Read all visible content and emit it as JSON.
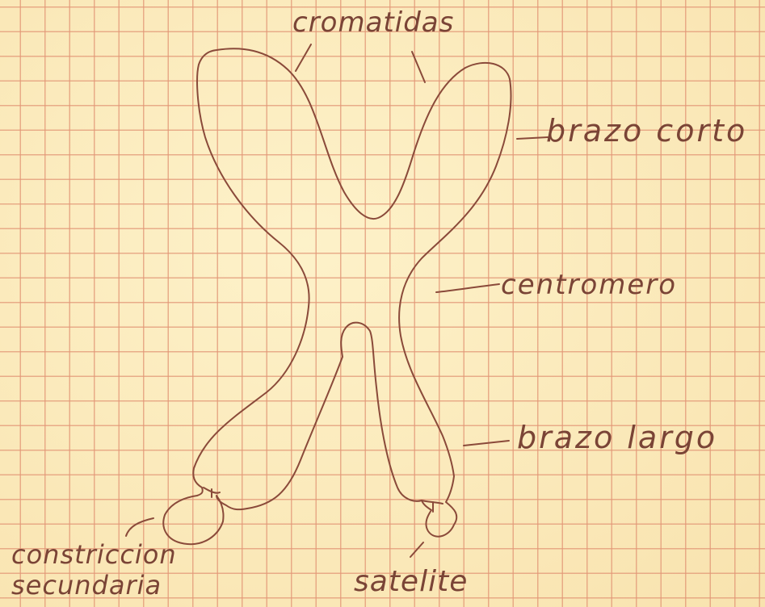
{
  "diagram": {
    "labels": {
      "cromatidas": "cromatidas",
      "brazo_corto": "brazo corto",
      "centromero": "centromero",
      "brazo_largo": "brazo largo",
      "constriccion_line1": "constriccion",
      "constriccion_line2": "secundaria",
      "satelite": "satelite"
    }
  }
}
